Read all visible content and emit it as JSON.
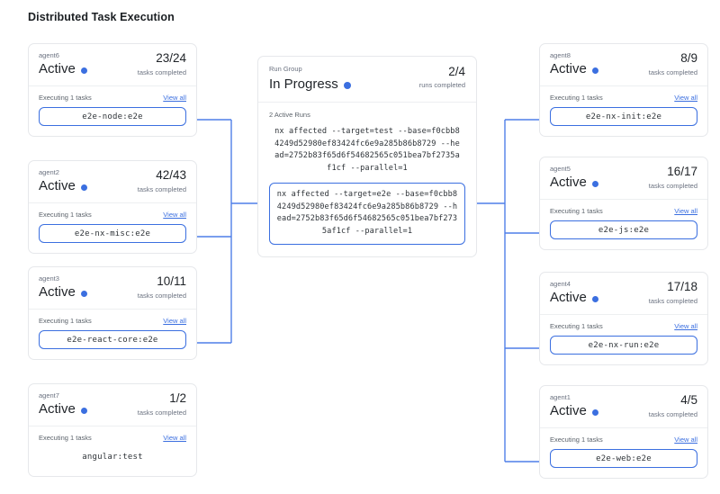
{
  "page": {
    "title": "Distributed Task Execution"
  },
  "labels": {
    "executing": "Executing 1 tasks",
    "view_all": "View all",
    "tasks_completed": "tasks completed",
    "runs_completed": "runs completed",
    "status_active": "Active"
  },
  "colors": {
    "accent": "#3b6fe0",
    "wire": "#4f7fe8",
    "card_border": "#e6e8eb",
    "muted_text": "#6b7280",
    "text": "#1f2328"
  },
  "run_group": {
    "kicker": "Run Group",
    "status": "In Progress",
    "count": "2/4",
    "count_label": "runs completed",
    "active_runs_label": "2 Active Runs",
    "commands": [
      {
        "text": "nx affected --target=test --base=f0cbb84249d52980ef83424fc6e9a285b86b8729 --head=2752b83f65d6f54682565c051bea7bf2735af1cf --parallel=1",
        "highlighted": false
      },
      {
        "text": "nx affected --target=e2e --base=f0cbb84249d52980ef83424fc6e9a285b86b8729 --head=2752b83f65d6f54682565c051bea7bf2735af1cf --parallel=1",
        "highlighted": true
      }
    ]
  },
  "left_agents": [
    {
      "id": "agent6",
      "status": "Active",
      "count": "23/24",
      "count_label": "tasks completed",
      "executing": "Executing 1 tasks",
      "view_all": "View all",
      "task": "e2e-node:e2e",
      "boxed": true
    },
    {
      "id": "agent2",
      "status": "Active",
      "count": "42/43",
      "count_label": "tasks completed",
      "executing": "Executing 1 tasks",
      "view_all": "View all",
      "task": "e2e-nx-misc:e2e",
      "boxed": true
    },
    {
      "id": "agent3",
      "status": "Active",
      "count": "10/11",
      "count_label": "tasks completed",
      "executing": "Executing 1 tasks",
      "view_all": "View all",
      "task": "e2e-react-core:e2e",
      "boxed": true
    },
    {
      "id": "agent7",
      "status": "Active",
      "count": "1/2",
      "count_label": "tasks completed",
      "executing": "Executing 1 tasks",
      "view_all": "View all",
      "task": "angular:test",
      "boxed": false
    }
  ],
  "right_agents": [
    {
      "id": "agent8",
      "status": "Active",
      "count": "8/9",
      "count_label": "tasks completed",
      "executing": "Executing 1 tasks",
      "view_all": "View all",
      "task": "e2e-nx-init:e2e",
      "boxed": true
    },
    {
      "id": "agent5",
      "status": "Active",
      "count": "16/17",
      "count_label": "tasks completed",
      "executing": "Executing 1 tasks",
      "view_all": "View all",
      "task": "e2e-js:e2e",
      "boxed": true
    },
    {
      "id": "agent4",
      "status": "Active",
      "count": "17/18",
      "count_label": "tasks completed",
      "executing": "Executing 1 tasks",
      "view_all": "View all",
      "task": "e2e-nx-run:e2e",
      "boxed": true
    },
    {
      "id": "agent1",
      "status": "Active",
      "count": "4/5",
      "count_label": "tasks completed",
      "executing": "Executing 1 tasks",
      "view_all": "View all",
      "task": "e2e-web:e2e",
      "boxed": true
    }
  ]
}
